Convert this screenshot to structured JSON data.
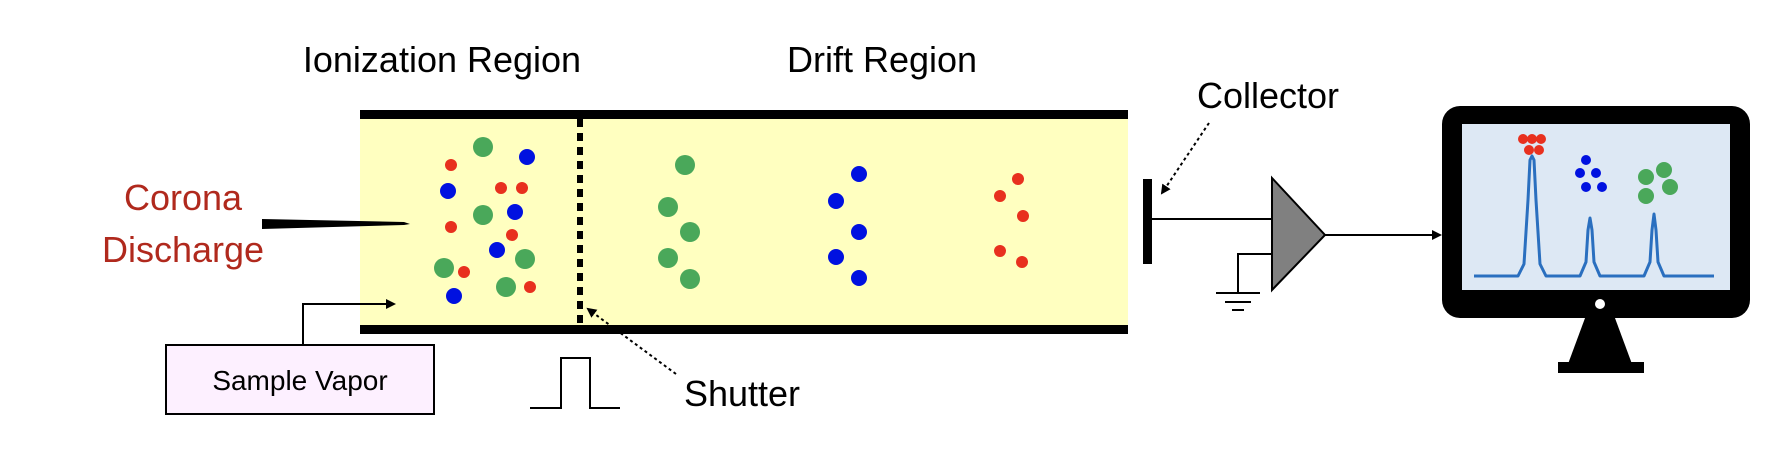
{
  "labels": {
    "ionization_region": "Ionization Region",
    "drift_region": "Drift Region",
    "collector": "Collector",
    "corona_line1": "Corona",
    "corona_line2": "Discharge",
    "sample_vapor": "Sample Vapor",
    "shutter": "Shutter"
  },
  "colors": {
    "tube_fill": "#ffffc0",
    "red_ion": "#e8301e",
    "blue_ion": "#0011e0",
    "green_ion": "#4aa85a",
    "corona_text": "#b0291d",
    "sample_box_fill": "#fdf0ff",
    "monitor_screen": "#dde8f4",
    "spectrum_line": "#2a6fbf",
    "amplifier": "#808080"
  }
}
